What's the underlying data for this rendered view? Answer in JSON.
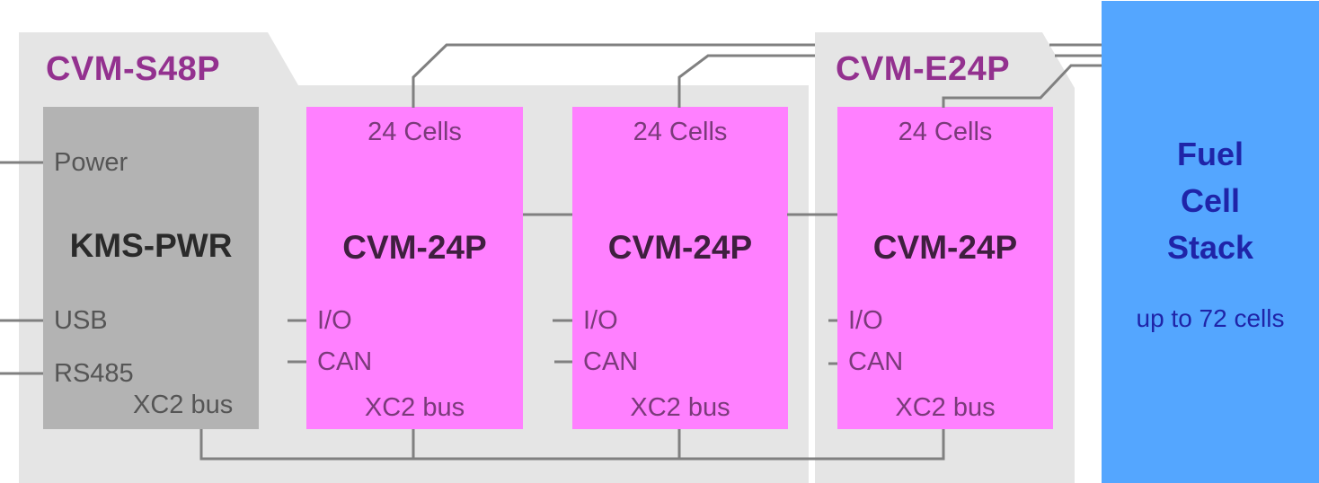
{
  "colors": {
    "panel_bg": "#e5e5e5",
    "group_title": "#93318f",
    "pwr_box": "#b3b3b3",
    "cvm_box": "#ff80ff",
    "stack_box": "#54a6ff",
    "stack_text": "#1f24a8",
    "wire": "#808080"
  },
  "groups": [
    {
      "title": "CVM-S48P"
    },
    {
      "title": "CVM-E24P"
    }
  ],
  "power_module": {
    "name": "KMS-PWR",
    "ports": {
      "power": "Power",
      "usb": "USB",
      "rs485": "RS485",
      "bus": "XC2 bus"
    }
  },
  "cvm_modules": [
    {
      "name": "CVM-24P",
      "cells": "24 Cells",
      "io": "I/O",
      "can": "CAN",
      "bus": "XC2 bus"
    },
    {
      "name": "CVM-24P",
      "cells": "24 Cells",
      "io": "I/O",
      "can": "CAN",
      "bus": "XC2 bus"
    },
    {
      "name": "CVM-24P",
      "cells": "24 Cells",
      "io": "I/O",
      "can": "CAN",
      "bus": "XC2 bus"
    }
  ],
  "stack": {
    "title_lines": [
      "Fuel",
      "Cell",
      "Stack"
    ],
    "subtitle": "up to 72 cells"
  }
}
